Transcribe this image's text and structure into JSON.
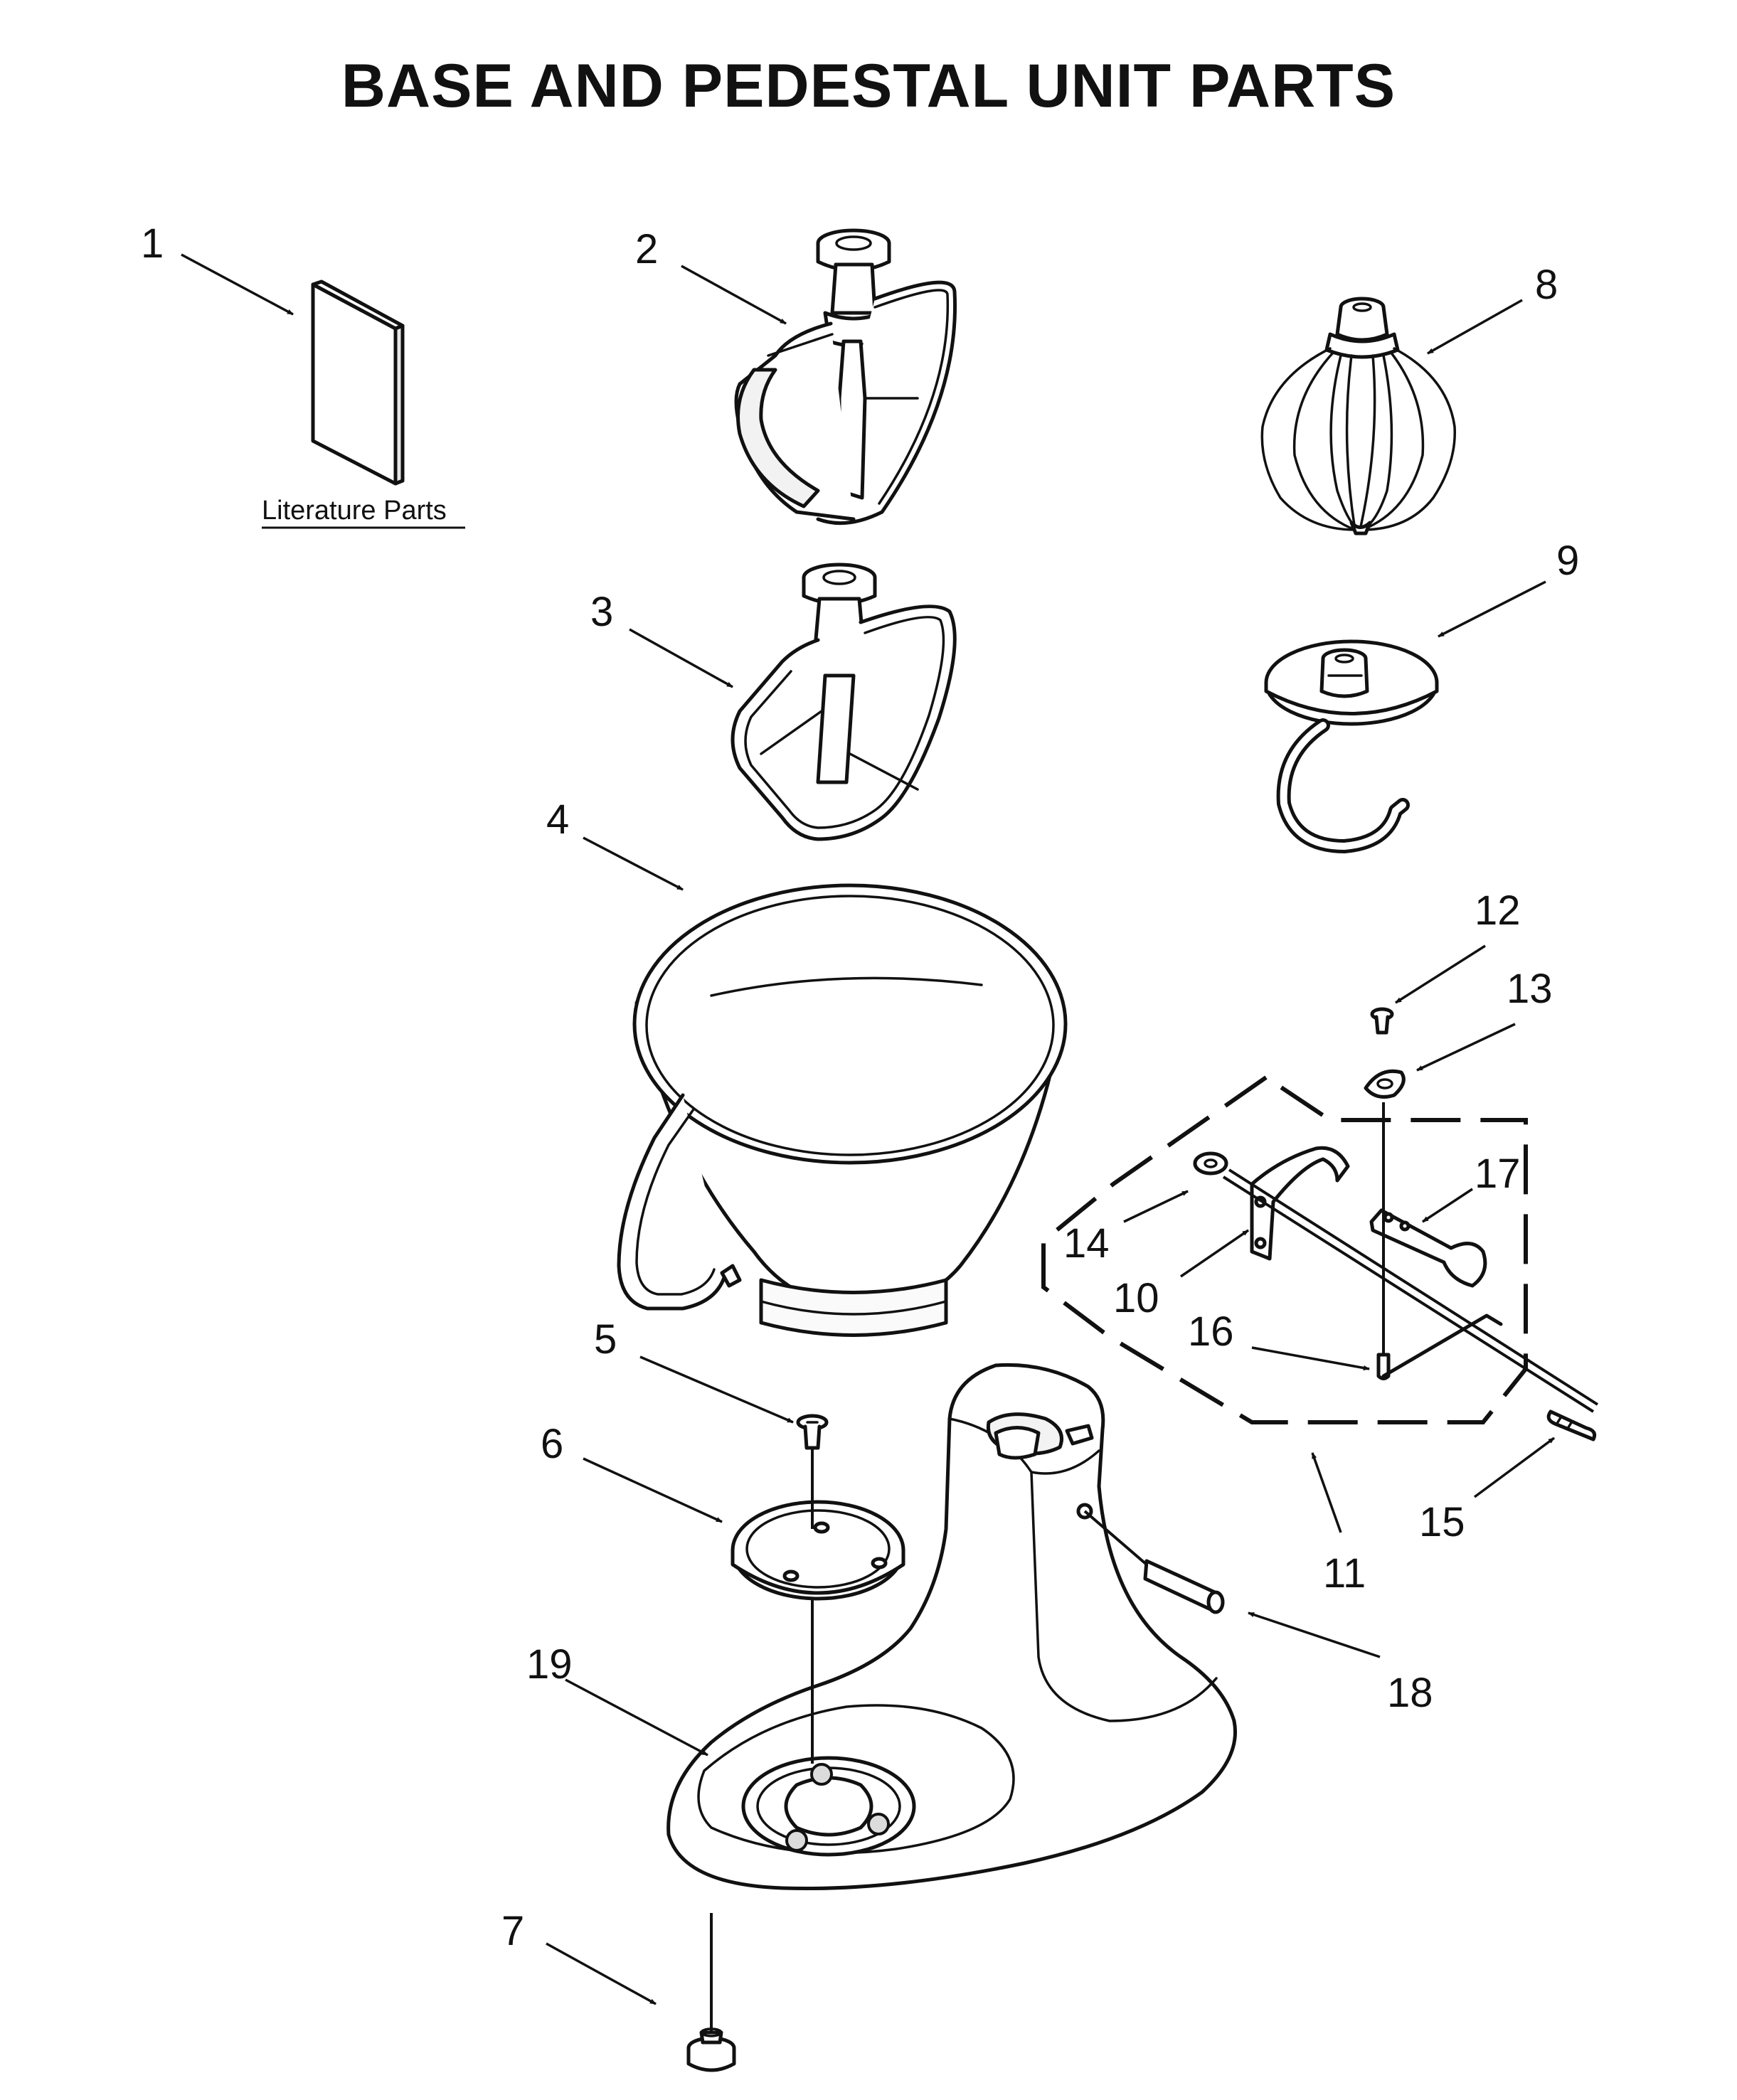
{
  "title": "BASE AND PEDESTAL UNIT PARTS",
  "literature_label": "Literature Parts",
  "callouts": {
    "c1": "1",
    "c2": "2",
    "c3": "3",
    "c4": "4",
    "c5": "5",
    "c6": "6",
    "c7": "7",
    "c8": "8",
    "c9": "9",
    "c10": "10",
    "c11": "11",
    "c12": "12",
    "c13": "13",
    "c14": "14",
    "c15": "15",
    "c16": "16",
    "c17": "17",
    "c18": "18",
    "c19": "19"
  }
}
